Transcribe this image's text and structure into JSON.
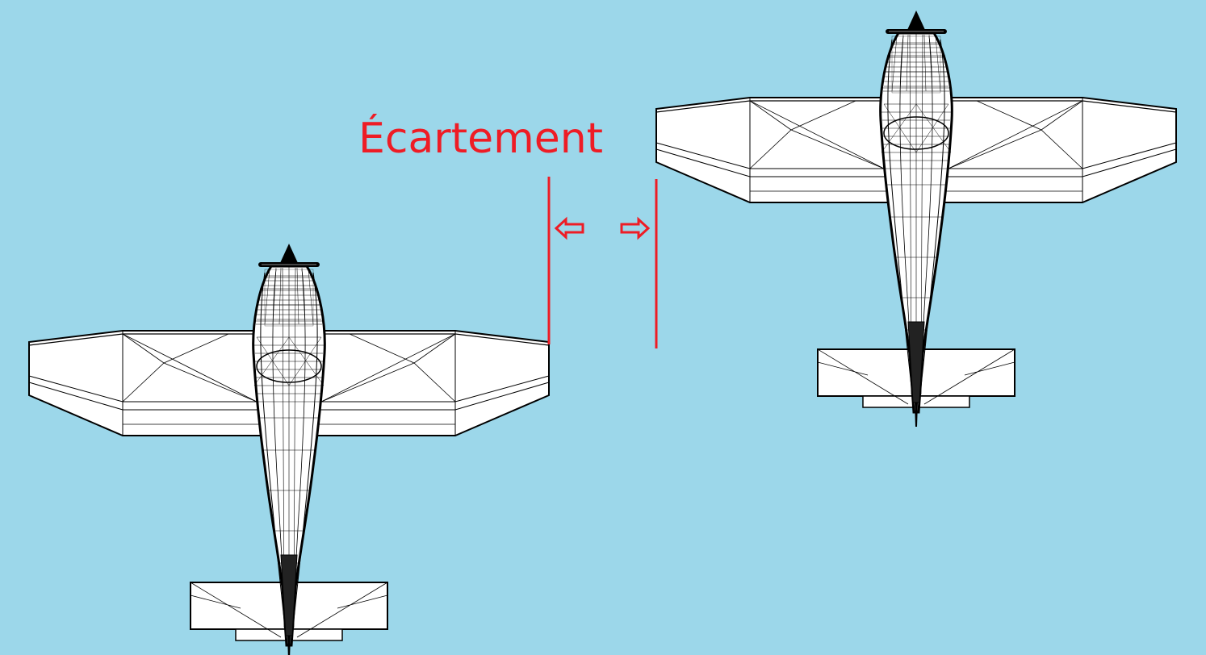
{
  "diagram": {
    "label": "Écartement",
    "colors": {
      "background": "#9cd7ea",
      "annotation": "#ee1c25",
      "airframe_fill": "#ffffff",
      "airframe_stroke": "#000000"
    },
    "aircraft": [
      {
        "name": "aircraft-left"
      },
      {
        "name": "aircraft-right"
      }
    ],
    "arrows": [
      {
        "name": "arrow-left-icon",
        "direction": "left"
      },
      {
        "name": "arrow-right-icon",
        "direction": "right"
      }
    ]
  }
}
